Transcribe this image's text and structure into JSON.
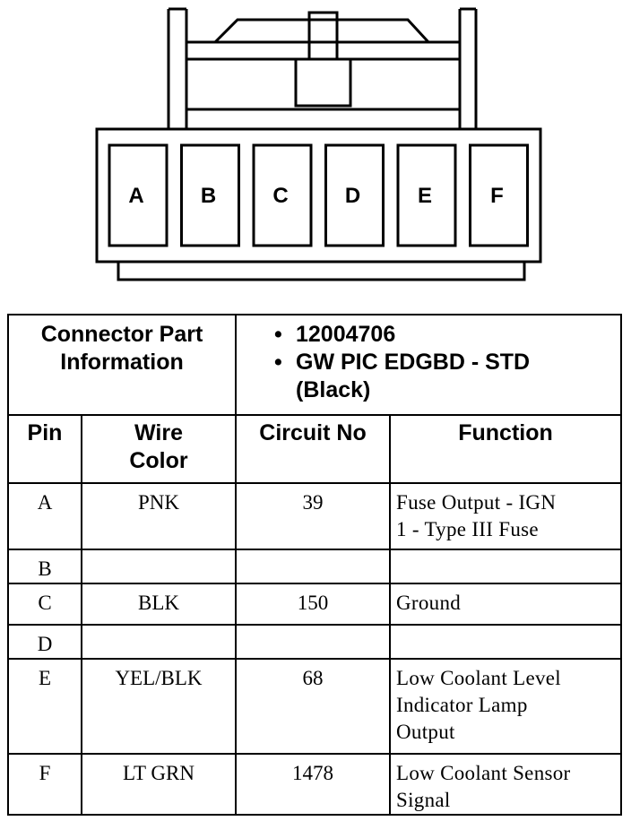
{
  "connector": {
    "pins": [
      "A",
      "B",
      "C",
      "D",
      "E",
      "F"
    ]
  },
  "part_info": {
    "label_line1": "Connector Part",
    "label_line2": "Information",
    "part_number": "12004706",
    "description_line1": "GW PIC EDGBD - STD",
    "description_line2": "(Black)"
  },
  "columns": {
    "pin": "Pin",
    "wire_color_line1": "Wire",
    "wire_color_line2": "Color",
    "circuit_no": "Circuit No",
    "function": "Function"
  },
  "rows": [
    {
      "pin": "A",
      "wire_color": "PNK",
      "circuit": "39",
      "function_lines": [
        "Fuse Output - IGN",
        "1 - Type III Fuse"
      ]
    },
    {
      "pin": "B",
      "wire_color": "",
      "circuit": "",
      "function_lines": [
        ""
      ]
    },
    {
      "pin": "C",
      "wire_color": "BLK",
      "circuit": "150",
      "function_lines": [
        "Ground"
      ]
    },
    {
      "pin": "D",
      "wire_color": "",
      "circuit": "",
      "function_lines": [
        ""
      ]
    },
    {
      "pin": "E",
      "wire_color": "YEL/BLK",
      "circuit": "68",
      "function_lines": [
        "Low Coolant Level",
        "Indicator Lamp",
        "Output"
      ]
    },
    {
      "pin": "F",
      "wire_color": "LT GRN",
      "circuit": "1478",
      "function_lines": [
        "Low Coolant Sensor",
        "Signal"
      ]
    }
  ]
}
